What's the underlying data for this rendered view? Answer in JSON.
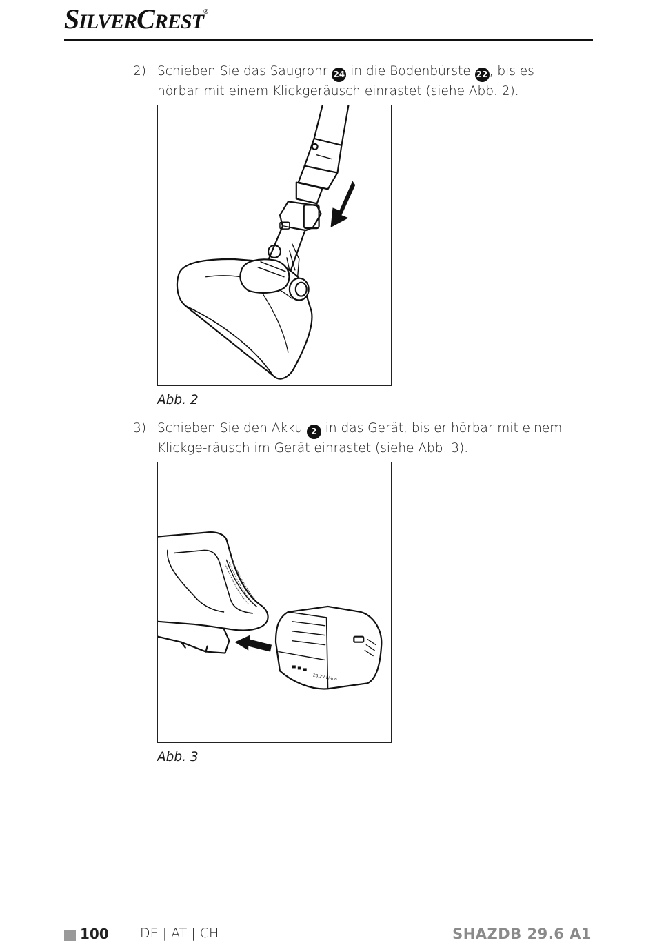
{
  "header": {
    "brand_first_big": "S",
    "brand_first_small": "ILVER",
    "brand_second_big": "C",
    "brand_second_small": "REST",
    "brand_mark": "®"
  },
  "steps": [
    {
      "number": "2)",
      "text_before": "Schieben Sie das Saugrohr",
      "ref1": "24",
      "text_middle": "in die Bodenbürste",
      "ref2": "22",
      "text_after": ", bis es hörbar mit einem Klickgeräusch einrastet (siehe Abb. 2)."
    },
    {
      "number": "3)",
      "text_before": "Schieben Sie den Akku",
      "ref1": "2",
      "text_after": "in das Gerät, bis er hörbar mit einem Klickge-räusch im Gerät einrastet (siehe Abb. 3)."
    }
  ],
  "figures": [
    {
      "caption": "Abb. 2",
      "illustration": "suction-tube-into-floor-brush"
    },
    {
      "caption": "Abb. 3",
      "illustration": "battery-into-handle",
      "battery_label": "25.2V Li-ion"
    }
  ],
  "footer": {
    "page_number": "100",
    "languages": "DE | AT | CH",
    "model": "SHAZDB 29.6 A1"
  }
}
